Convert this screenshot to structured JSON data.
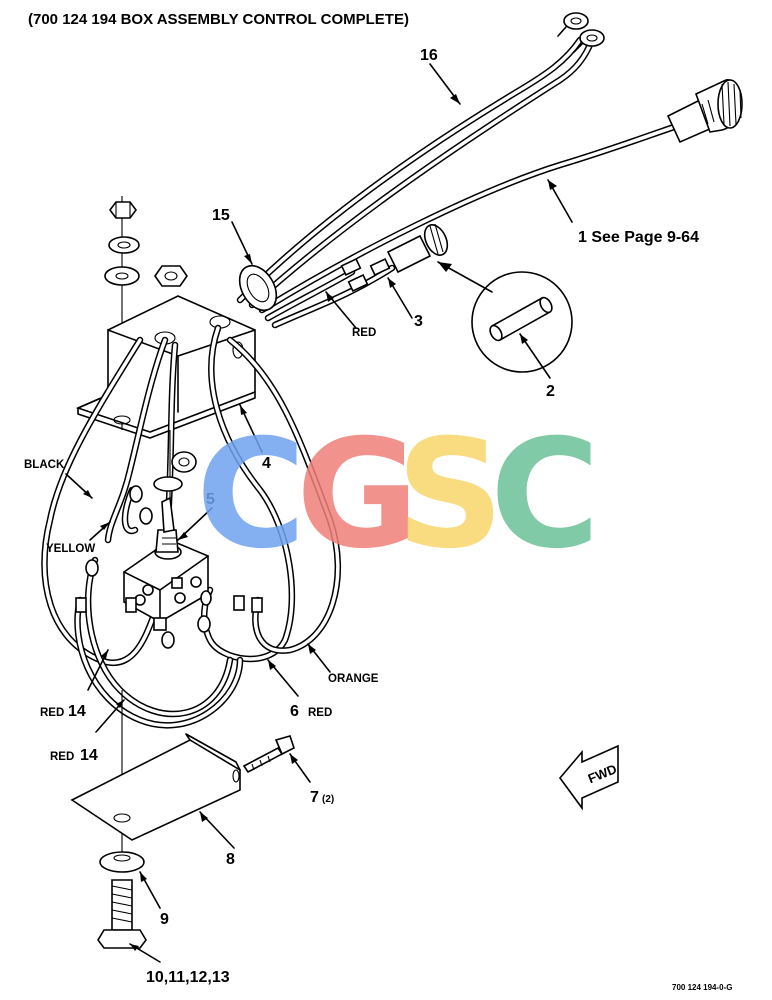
{
  "title": "(700 124 194 BOX ASSEMBLY CONTROL COMPLETE)",
  "drawing_code": "700 124 194-0-G",
  "fwd_label": "FWD",
  "watermark": {
    "letters": [
      "C",
      "G",
      "S",
      "C"
    ],
    "colors": [
      "#6fa3f0",
      "#f07f7a",
      "#f8d56b",
      "#6cc19a"
    ]
  },
  "callouts": {
    "c1": "1 See Page 9-64",
    "c2": "2",
    "c3": "3",
    "c4": "4",
    "c5": "5",
    "c6": "6",
    "c6_color": "RED",
    "c7": "7",
    "c7_qty": "(2)",
    "c8": "8",
    "c9": "9",
    "c10": "10,11,12,13",
    "c14a": "14",
    "c14a_color": "RED",
    "c14b": "14",
    "c14b_color": "RED",
    "c15": "15",
    "c16": "16"
  },
  "wire_labels": {
    "red_fuse": "RED",
    "black": "BLACK",
    "yellow": "YELLOW",
    "orange": "ORANGE"
  }
}
